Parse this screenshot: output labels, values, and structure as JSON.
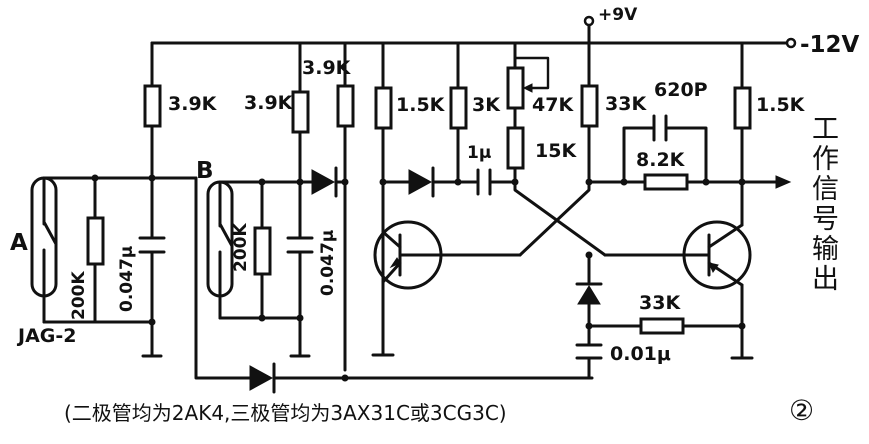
{
  "supply": {
    "positive": "+9V",
    "negative": "-12V"
  },
  "inputs": {
    "a_label": "A",
    "b_label": "B",
    "reed_type": "JAG-2"
  },
  "components": {
    "r_a": "3.9K",
    "r_b": "3.9K",
    "r_top": "3.9K",
    "r_a_shunt": "200K",
    "r_b_shunt": "200K",
    "c_a": "0.047μ",
    "c_b": "0.047μ",
    "r_q1_collector": "1.5K",
    "r_3k": "3K",
    "pot_47k": "47K",
    "r_15k": "15K",
    "c_1u": "1μ",
    "r_33k_top": "33K",
    "c_620p": "620P",
    "r_8k2": "8.2K",
    "r_q2_collector": "1.5K",
    "r_33k_bottom": "33K",
    "c_001u": "0.01μ"
  },
  "output_label": [
    "工",
    "作",
    "信",
    "号",
    "输",
    "出"
  ],
  "caption": "(二极管均为2AK4,三极管均为3AX31C或3CG3C)",
  "figure_number": "②"
}
